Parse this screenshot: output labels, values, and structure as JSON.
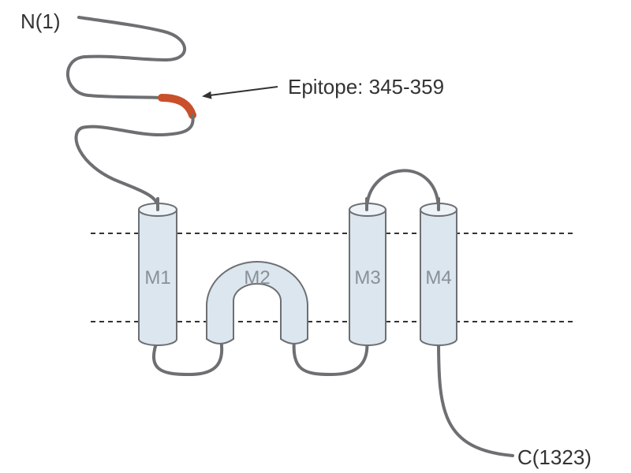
{
  "labels": {
    "n_terminus": "N(1)",
    "c_terminus": "C(1323)",
    "epitope": "Epitope: 345-359"
  },
  "segments": [
    "M1",
    "M2",
    "M3",
    "M4"
  ],
  "colors": {
    "chain": "#6d6f72",
    "helix_fill": "#dbe6ef",
    "helix_stroke": "#6d6f72",
    "epitope": "#c8502a",
    "membrane_line": "#333333",
    "label_text": "#333333",
    "segment_text": "#8a8f96"
  }
}
